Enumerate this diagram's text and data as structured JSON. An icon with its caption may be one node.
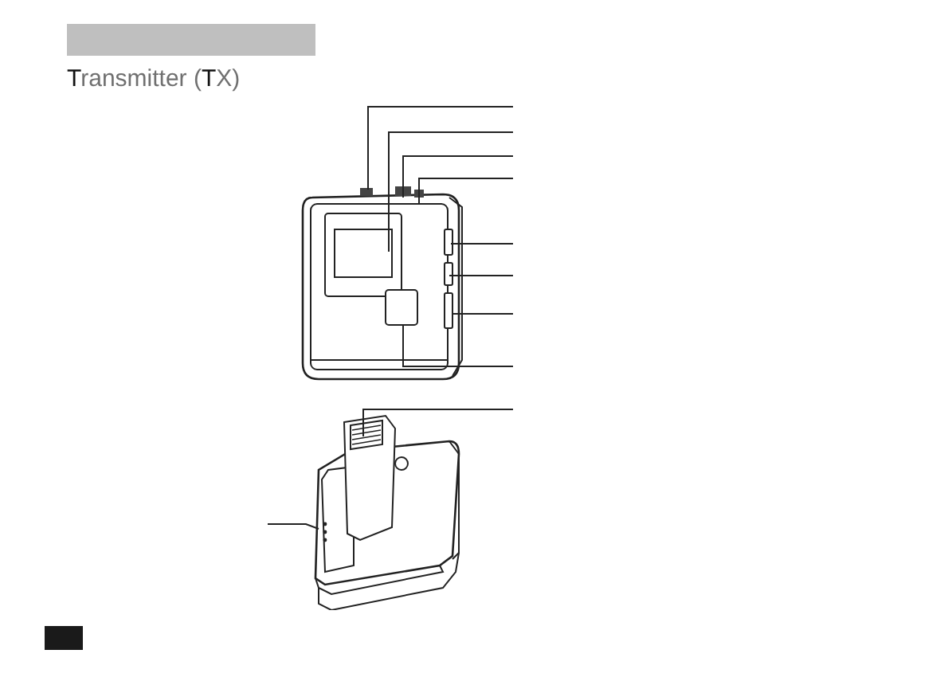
{
  "diagram": {
    "title": "**T**ransmitter (**T**X)",
    "nodes": [
      {
        "text": [],
        "shape": "bar"
      },
      {
        "text": [],
        "shape": "picture"
      },
      {
        "text": [],
        "shape": "picture"
      },
      {
        "text": [],
        "shape": "bar"
      }
    ],
    "edges": [
      {
        "from": null,
        "to": 1,
        "arrow": "none"
      },
      {
        "from": null,
        "to": 1,
        "arrow": "none"
      },
      {
        "from": null,
        "to": 1,
        "arrow": "none"
      },
      {
        "from": null,
        "to": 1,
        "arrow": "none"
      },
      {
        "from": null,
        "to": 1,
        "arrow": "none"
      },
      {
        "from": null,
        "to": 1,
        "arrow": "none"
      },
      {
        "from": null,
        "to": 1,
        "arrow": "none"
      },
      {
        "from": null,
        "to": 1,
        "arrow": "none"
      },
      {
        "from": null,
        "to": 2,
        "arrow": "none"
      },
      {
        "from": null,
        "to": 2,
        "arrow": "none"
      }
    ]
  }
}
